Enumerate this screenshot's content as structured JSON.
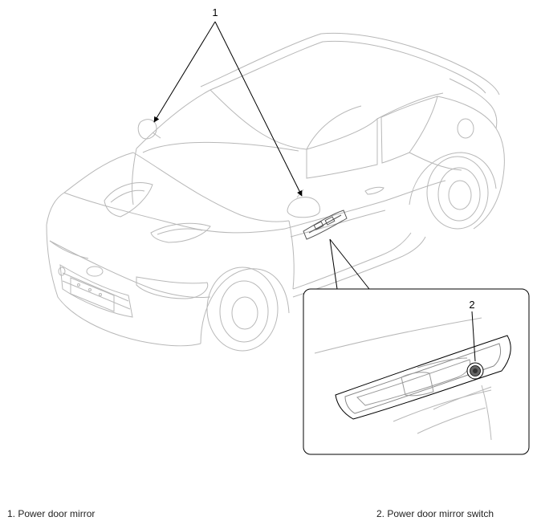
{
  "callouts": {
    "mirror": "1",
    "switch": "2"
  },
  "legend": {
    "item_1": "1. Power door mirror",
    "item_2": "2. Power door mirror switch"
  },
  "colors": {
    "line_art": "#b8b8b8",
    "leader_lines": "#000000",
    "text": "#222222"
  },
  "icons": {
    "car": "car-outline-drawing",
    "mirror": "side-mirror-drawing",
    "switch": "mirror-switch-knob-drawing"
  }
}
